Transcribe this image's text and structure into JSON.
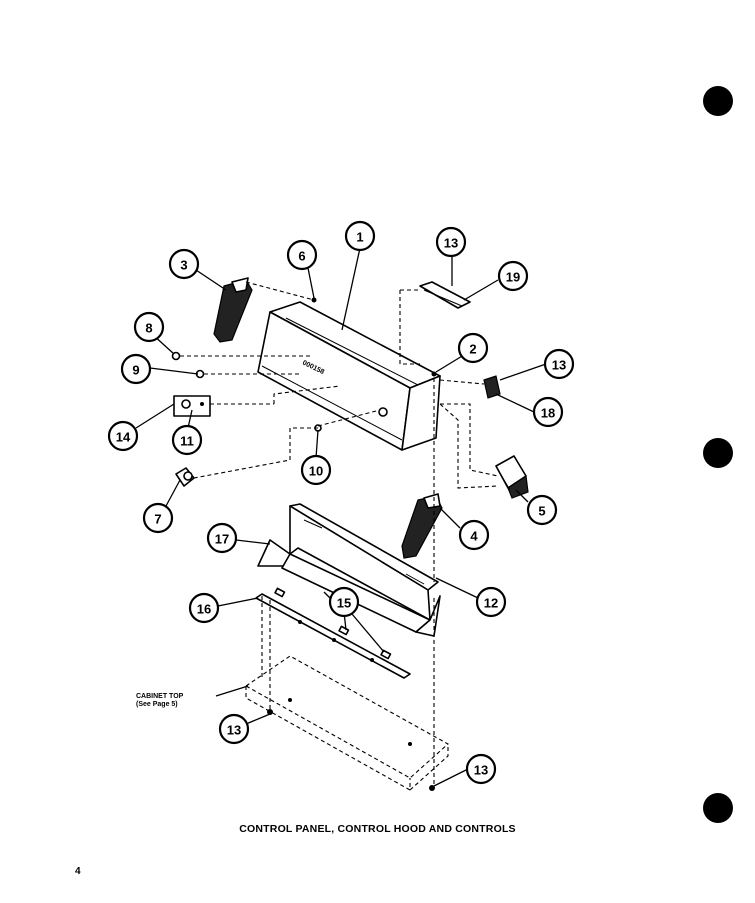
{
  "caption": "CONTROL PANEL, CONTROL HOOD AND CONTROLS",
  "page_number": "4",
  "cabinet_label": {
    "line1": "CABINET TOP",
    "line2": "(See Page 5)"
  },
  "panel_marking": "000158",
  "callouts": [
    {
      "number": "1"
    },
    {
      "number": "2"
    },
    {
      "number": "3"
    },
    {
      "number": "4"
    },
    {
      "number": "5"
    },
    {
      "number": "6"
    },
    {
      "number": "7"
    },
    {
      "number": "8"
    },
    {
      "number": "9"
    },
    {
      "number": "10"
    },
    {
      "number": "11"
    },
    {
      "number": "12"
    },
    {
      "number": "13"
    },
    {
      "number": "13"
    },
    {
      "number": "13"
    },
    {
      "number": "13"
    },
    {
      "number": "14"
    },
    {
      "number": "15"
    },
    {
      "number": "16"
    },
    {
      "number": "17"
    },
    {
      "number": "18"
    },
    {
      "number": "19"
    }
  ]
}
